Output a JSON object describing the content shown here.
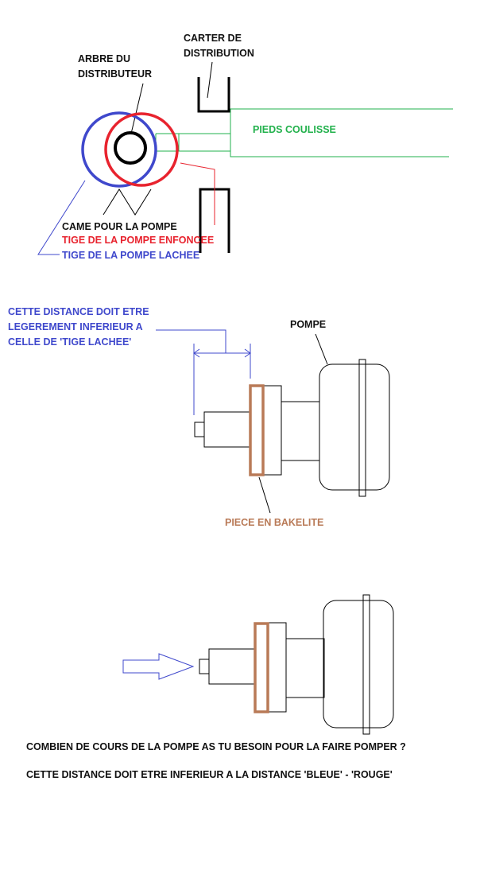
{
  "labels": {
    "carter": [
      "CARTER DE",
      "DISTRIBUTION"
    ],
    "arbre": [
      "ARBRE DU",
      "DISTRIBUTEUR"
    ],
    "pieds": "PIEDS COULISSE",
    "came": "CAME POUR LA POMPE",
    "tige_enfoncee": "TIGE DE LA POMPE ENFONCEE",
    "tige_lachee": "TIGE DE LA POMPE LACHEE",
    "distance_note": [
      "CETTE DISTANCE DOIT ETRE",
      "LEGEREMENT INFERIEUR A",
      "CELLE DE 'TIGE LACHEE'"
    ],
    "pompe": "POMPE",
    "bakelite": "PIECE EN BAKELITE",
    "question": "COMBIEN DE COURS DE LA POMPE AS TU BESOIN POUR LA FAIRE POMPER ?",
    "conclusion": "CETTE DISTANCE DOIT ETRE INFERIEUR A LA DISTANCE 'BLEUE' - 'ROUGE'"
  },
  "colors": {
    "black": "#000000",
    "red": "#e8232e",
    "blue": "#3f48cc",
    "green": "#22b14c",
    "brown": "#b97a57",
    "ink": "#111111"
  }
}
